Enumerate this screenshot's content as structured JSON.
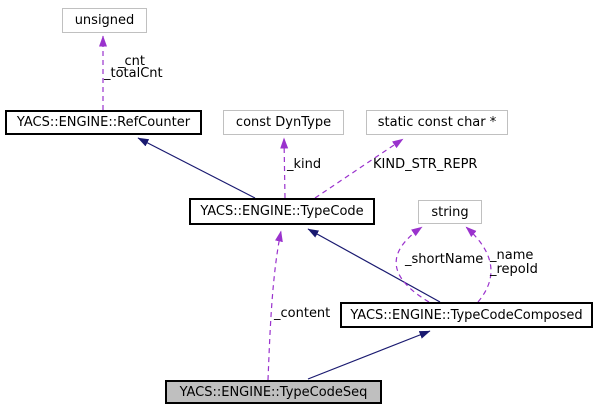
{
  "diagram": {
    "kind": "doxygen-collaboration-diagram",
    "colors": {
      "inheritance_edge": "#191970",
      "usage_edge": "#9a32cd",
      "documented_node_border": "#000000",
      "external_node_border": "#c0c0c0",
      "selected_node_fill": "#bfbfbf",
      "node_fill": "#ffffff",
      "background": "#ffffff",
      "text": "#000000"
    },
    "nodes": [
      {
        "label": "unsigned",
        "kind": "external"
      },
      {
        "label": "YACS::ENGINE::RefCounter",
        "kind": "class"
      },
      {
        "label": "const DynType",
        "kind": "external"
      },
      {
        "label": "static const char *",
        "kind": "external"
      },
      {
        "label": "YACS::ENGINE::TypeCode",
        "kind": "class"
      },
      {
        "label": "string",
        "kind": "external"
      },
      {
        "label": "YACS::ENGINE::TypeCodeComposed",
        "kind": "class"
      },
      {
        "label": "YACS::ENGINE::TypeCodeSeq",
        "kind": "class",
        "selected": true
      }
    ],
    "edge_labels": [
      {
        "text": "_cnt"
      },
      {
        "text": "_totalCnt"
      },
      {
        "text": "_kind"
      },
      {
        "text": "KIND_STR_REPR"
      },
      {
        "text": "_shortName"
      },
      {
        "text": "_name"
      },
      {
        "text": "_repoId"
      },
      {
        "text": "_content"
      }
    ]
  }
}
